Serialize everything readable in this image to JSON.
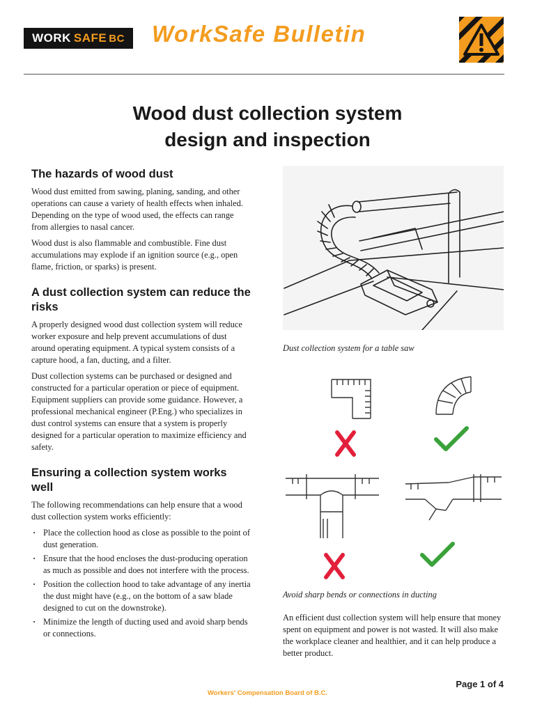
{
  "header": {
    "logo_work": "WORK",
    "logo_safe": "SAFE",
    "logo_bc": "BC",
    "bulletin_title": "WorkSafe Bulletin",
    "hazard_icon": "warning-triangle-icon",
    "accent_color": "#f39c1f"
  },
  "title": {
    "line1": "Wood dust collection system",
    "line2": "design and inspection"
  },
  "sections": {
    "hazards": {
      "heading": "The hazards of wood dust",
      "p1": "Wood dust emitted from sawing, planing, sanding, and other operations can cause a variety of health effects when inhaled. Depending on the type of wood used, the effects can range from allergies to nasal cancer.",
      "p2": "Wood dust is also flammable and combustible. Fine dust accumulations may explode if an ignition source (e.g., open flame, friction, or sparks) is present."
    },
    "reduce": {
      "heading": "A dust collection system can reduce the risks",
      "p1": "A properly designed wood dust collection system will reduce worker exposure and help prevent accumulations of dust around operating equipment. A typical system consists of a capture hood, a fan, ducting, and a filter.",
      "p2": "Dust collection systems can be purchased or designed and constructed for a particular operation or piece of equipment. Equipment suppliers can provide some guidance. However, a professional mechanical engineer (P.Eng.) who specializes in dust control systems can ensure that a system is properly designed for a particular operation to maximize efficiency and safety."
    },
    "ensuring": {
      "heading": "Ensuring a collection system works well",
      "intro": "The following recommendations can help ensure that a wood dust collection system works efficiently:",
      "bullets": [
        "Place the collection hood as close as possible to the point of dust generation.",
        "Ensure that the hood encloses the dust-producing operation as much as possible and does not interfere with the process.",
        "Position the collection hood to take advantage of any inertia the dust might have (e.g., on the bottom of a saw blade designed to cut on the downstroke).",
        "Minimize the length of ducting used and avoid sharp bends or connections."
      ]
    }
  },
  "figures": {
    "saw_caption": "Dust collection system for a table saw",
    "ducts_caption": "Avoid sharp bends or connections in ducting",
    "bad_color": "#e3203b",
    "good_color": "#3aa23a"
  },
  "closing": "An efficient dust collection system will help ensure that money spent on equipment and power is not wasted. It will also make the workplace cleaner and healthier, and it can help produce a better product.",
  "page_number": "Page 1 of 4",
  "footer": "Workers' Compensation Board of B.C."
}
